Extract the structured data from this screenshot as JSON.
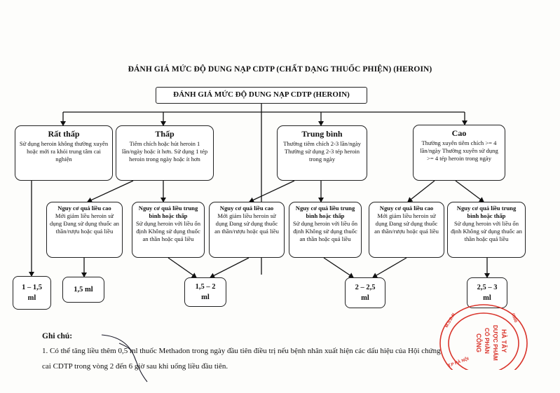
{
  "title": "ĐÁNH GIÁ MỨC ĐỘ DUNG NẠP CDTP (CHẤT DẠNG THUỐC PHIỆN) (HEROIN)",
  "main_box": "ĐÁNH GIÁ MỨC ĐỘ DUNG NẠP CDTP (HEROIN)",
  "categories": [
    {
      "label": "Rất thấp",
      "desc": "Sử dụng heroin không thường xuyên hoặc mới ra khỏi trung tâm cai nghiện"
    },
    {
      "label": "Thấp",
      "desc": "Tiêm chích hoặc hút heroin 1 lần/ngày hoặc ít hơn. Sử dụng 1 tép heroin trong ngày hoặc ít hơn"
    },
    {
      "label": "Trung bình",
      "desc": "Thường tiêm chích 2-3 lần/ngày Thường sử dụng 2-3 tép heroin trong ngày"
    },
    {
      "label": "Cao",
      "desc": "Thường xuyên tiêm chích >= 4 lần/ngày Thường xuyên sử dụng >= 4 tép heroin trong ngày"
    }
  ],
  "risks": [
    {
      "head": "Nguy cơ quá liều cao",
      "body": "Mới giảm liều heroin sử dụng Đang sử dụng thuốc an thần/rượu hoặc quá liều"
    },
    {
      "head": "Nguy cơ quá liều trung bình hoặc thấp",
      "body": "Sử dụng heroin với liều ổn định Không sử dụng thuốc an thần hoặc quá liều"
    },
    {
      "head": "Nguy cơ quá liều cao",
      "body": "Mới giảm liều heroin sử dụng Đang sử dụng thuốc an thần/rượu hoặc quá liều"
    },
    {
      "head": "Nguy cơ quá liều trung bình hoặc thấp",
      "body": "Sử dụng heroin với liều ổn định Không sử dụng thuốc an thần hoặc quá liều"
    },
    {
      "head": "Nguy cơ quá liều cao",
      "body": "Mới giảm liều heroin sử dụng Đang sử dụng thuốc an thần/rượu hoặc quá liều"
    },
    {
      "head": "Nguy cơ quá liều trung bình hoặc thấp",
      "body": "Sử dụng heroin với liều ổn định Không sử dụng thuốc an thần hoặc quá liều"
    }
  ],
  "doses": [
    {
      "line1": "1 – 1,5",
      "line2": "ml"
    },
    {
      "line1": "1,5 ml",
      "line2": ""
    },
    {
      "line1": "1,5 – 2",
      "line2": "ml"
    },
    {
      "line1": "2 – 2,5",
      "line2": "ml"
    },
    {
      "line1": "2,5 – 3",
      "line2": "ml"
    }
  ],
  "notes": {
    "title": "Ghi chú:",
    "line1": "1. Có thể tăng liều thêm 0,5 ml thuốc Methadon trong ngày đầu tiên điều trị nếu bệnh nhân xuất hiện các dấu hiệu của Hội chứng",
    "line2": "cai CDTP trong vòng 2 đến 6 giờ sau khi uống liều đầu tiên."
  },
  "stamp": {
    "color": "#d9342b",
    "text": "CÔNG TY CỔ PHẦN DƯỢC PHẨM HÀ TÂY"
  },
  "colors": {
    "ink": "#111111",
    "stamp": "#d9342b"
  }
}
